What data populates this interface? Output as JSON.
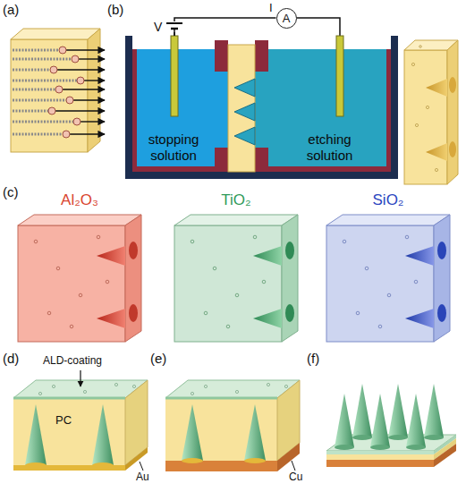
{
  "diagram": {
    "nodes": [
      {
        "text": [
          "stopping solution"
        ]
      },
      {
        "text": [
          "etching solution"
        ]
      },
      {
        "text": [
          "A"
        ]
      }
    ],
    "edges": [
      {
        "from": 0,
        "to": 2,
        "arrow": "none"
      },
      {
        "from": 2,
        "to": 1,
        "arrow": "none"
      }
    ],
    "labels": [
      "(a)",
      "(b)",
      "V",
      "I",
      "(c)",
      "Al₂O₃",
      "TiO₂",
      "SiO₂",
      "(d)",
      "ALD-coating",
      "PC",
      "Au",
      "(e)",
      "Cu",
      "(f)"
    ]
  }
}
